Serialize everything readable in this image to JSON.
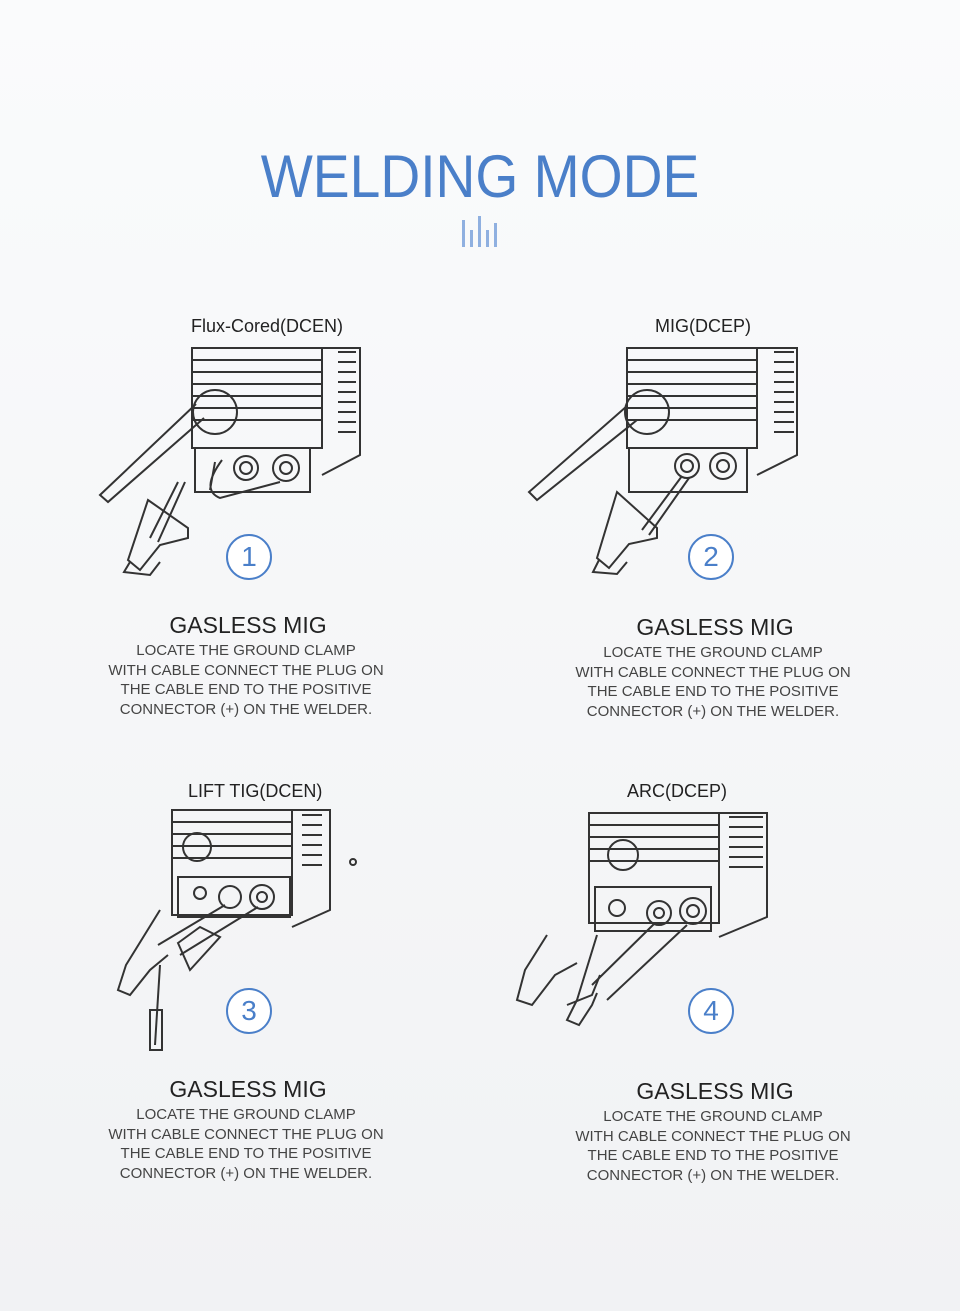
{
  "title": "WELDING MODE",
  "accent_color": "#4a7fc9",
  "title_mark_icon": "bar-marks-icon",
  "panels": [
    {
      "mode_label": "Flux-Cored(DCEN)",
      "number": "1",
      "heading": "GASLESS MIG",
      "description": [
        "LOCATE THE GROUND CLAMP",
        "WITH CABLE CONNECT THE PLUG ON",
        "THE CABLE END TO THE POSITIVE",
        "CONNECTOR (+) ON THE WELDER."
      ]
    },
    {
      "mode_label": "MIG(DCEP)",
      "number": "2",
      "heading": "GASLESS MIG",
      "description": [
        "LOCATE THE GROUND CLAMP",
        "WITH CABLE CONNECT THE PLUG ON",
        "THE CABLE END TO THE POSITIVE",
        "CONNECTOR (+) ON THE WELDER."
      ]
    },
    {
      "mode_label": "LIFT TIG(DCEN)",
      "number": "3",
      "heading": "GASLESS MIG",
      "description": [
        "LOCATE THE GROUND CLAMP",
        "WITH CABLE CONNECT THE PLUG ON",
        "THE CABLE END TO THE POSITIVE",
        "CONNECTOR (+) ON THE WELDER."
      ]
    },
    {
      "mode_label": "ARC(DCEP)",
      "number": "4",
      "heading": "GASLESS MIG",
      "description": [
        "LOCATE THE GROUND CLAMP",
        "WITH CABLE CONNECT THE PLUG ON",
        "THE CABLE END TO THE POSITIVE",
        "CONNECTOR (+) ON THE WELDER."
      ]
    }
  ]
}
